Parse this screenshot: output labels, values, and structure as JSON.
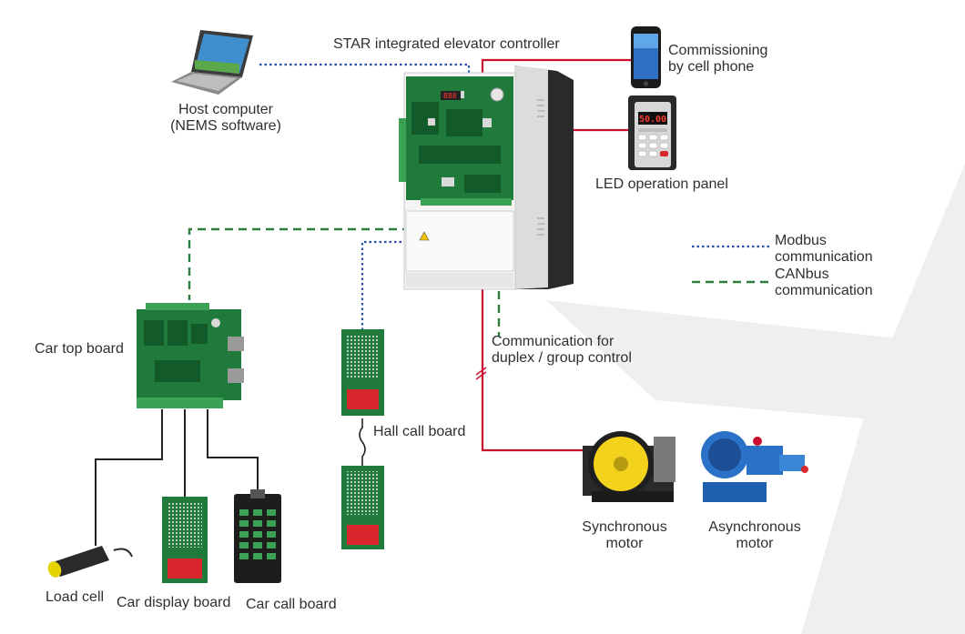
{
  "title": "STAR integrated elevator controller",
  "labels": {
    "host_computer_line1": "Host computer",
    "host_computer_line2": "(NEMS software)",
    "commissioning_line1": "Commissioning",
    "commissioning_line2": "by cell phone",
    "led_panel": "LED operation panel",
    "led_display_value": "50.00",
    "car_top_board": "Car top board",
    "hall_call_board": "Hall call board",
    "load_cell": "Load cell",
    "car_display_board": "Car display board",
    "car_call_board": "Car call board",
    "comm_group_line1": "Communication for",
    "comm_group_line2": "duplex / group control",
    "sync_motor_line1": "Synchronous",
    "sync_motor_line2": "motor",
    "async_motor_line1": "Asynchronous",
    "async_motor_line2": "motor"
  },
  "legend": {
    "modbus_line1": "Modbus",
    "modbus_line2": "communication",
    "canbus_line1": "CANbus",
    "canbus_line2": "communication"
  },
  "colors": {
    "modbus": "#2a4fa8",
    "canbus": "#2e7d3a",
    "power": "#c8102e",
    "wire": "#222222",
    "pcb": "#1f7a3c"
  }
}
